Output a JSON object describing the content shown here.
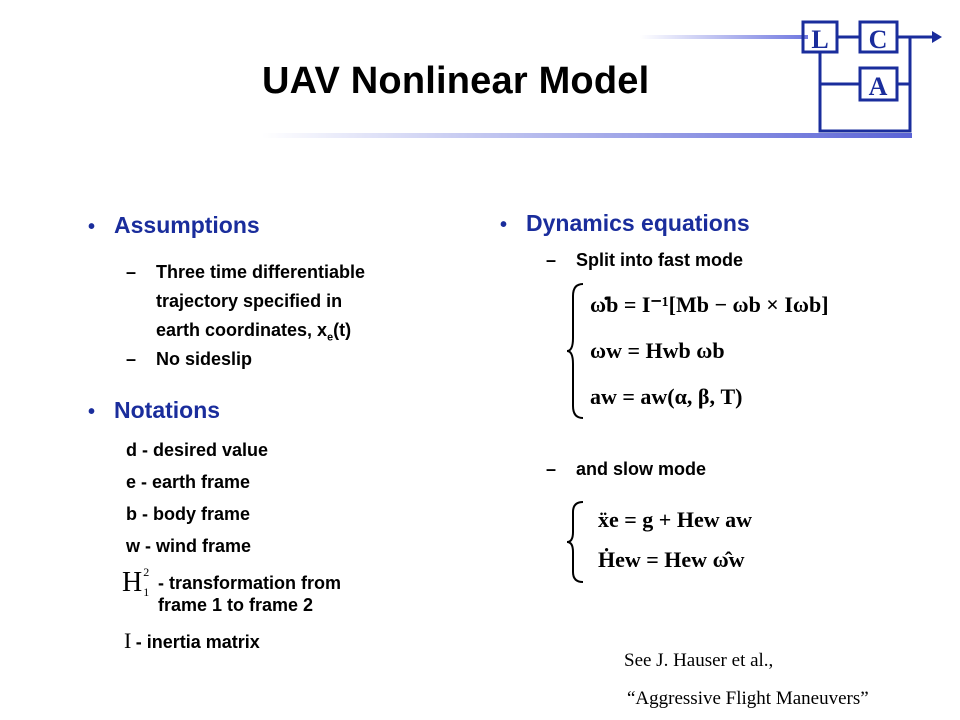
{
  "slide": {
    "title": "UAV Nonlinear Model",
    "logo": {
      "letter_l": "L",
      "letter_c": "C",
      "letter_a": "A",
      "color": "#1a2d9c"
    },
    "accent_color": "#1a2d9c"
  },
  "left": {
    "assumptions": {
      "heading": "Assumptions",
      "item1_line1": "Three time differentiable",
      "item1_line2": "trajectory specified in",
      "item1_line3": "earth coordinates, x",
      "item1_sub": "e",
      "item1_tail": "(t)",
      "item2": "No sideslip"
    },
    "notations": {
      "heading": "Notations",
      "items": [
        "d - desired value",
        "e - earth frame",
        "b - body frame",
        "w - wind frame"
      ],
      "transform_symbol": "H",
      "transform_sup": "2",
      "transform_sub": "1",
      "transform_line1": "- transformation from",
      "transform_line2": "frame 1 to frame 2",
      "inertia_symbol": "I",
      "inertia_text": "- inertia matrix"
    }
  },
  "right": {
    "dynamics": {
      "heading": "Dynamics equations",
      "fast_label": "Split into fast mode",
      "slow_label": "and slow mode",
      "fast_eq": [
        "ω̇b = I⁻¹[Mb − ωb × Iωb]",
        "ωw = Hwb ωb",
        "aw = aw(α, β, T)"
      ],
      "slow_eq": [
        "ẍe = g + Hew aw",
        "Ḣew = Hew ω̂w"
      ]
    },
    "citation": {
      "line1": "See J. Hauser et al.,",
      "line2": "“Aggressive Flight Maneuvers”"
    }
  }
}
